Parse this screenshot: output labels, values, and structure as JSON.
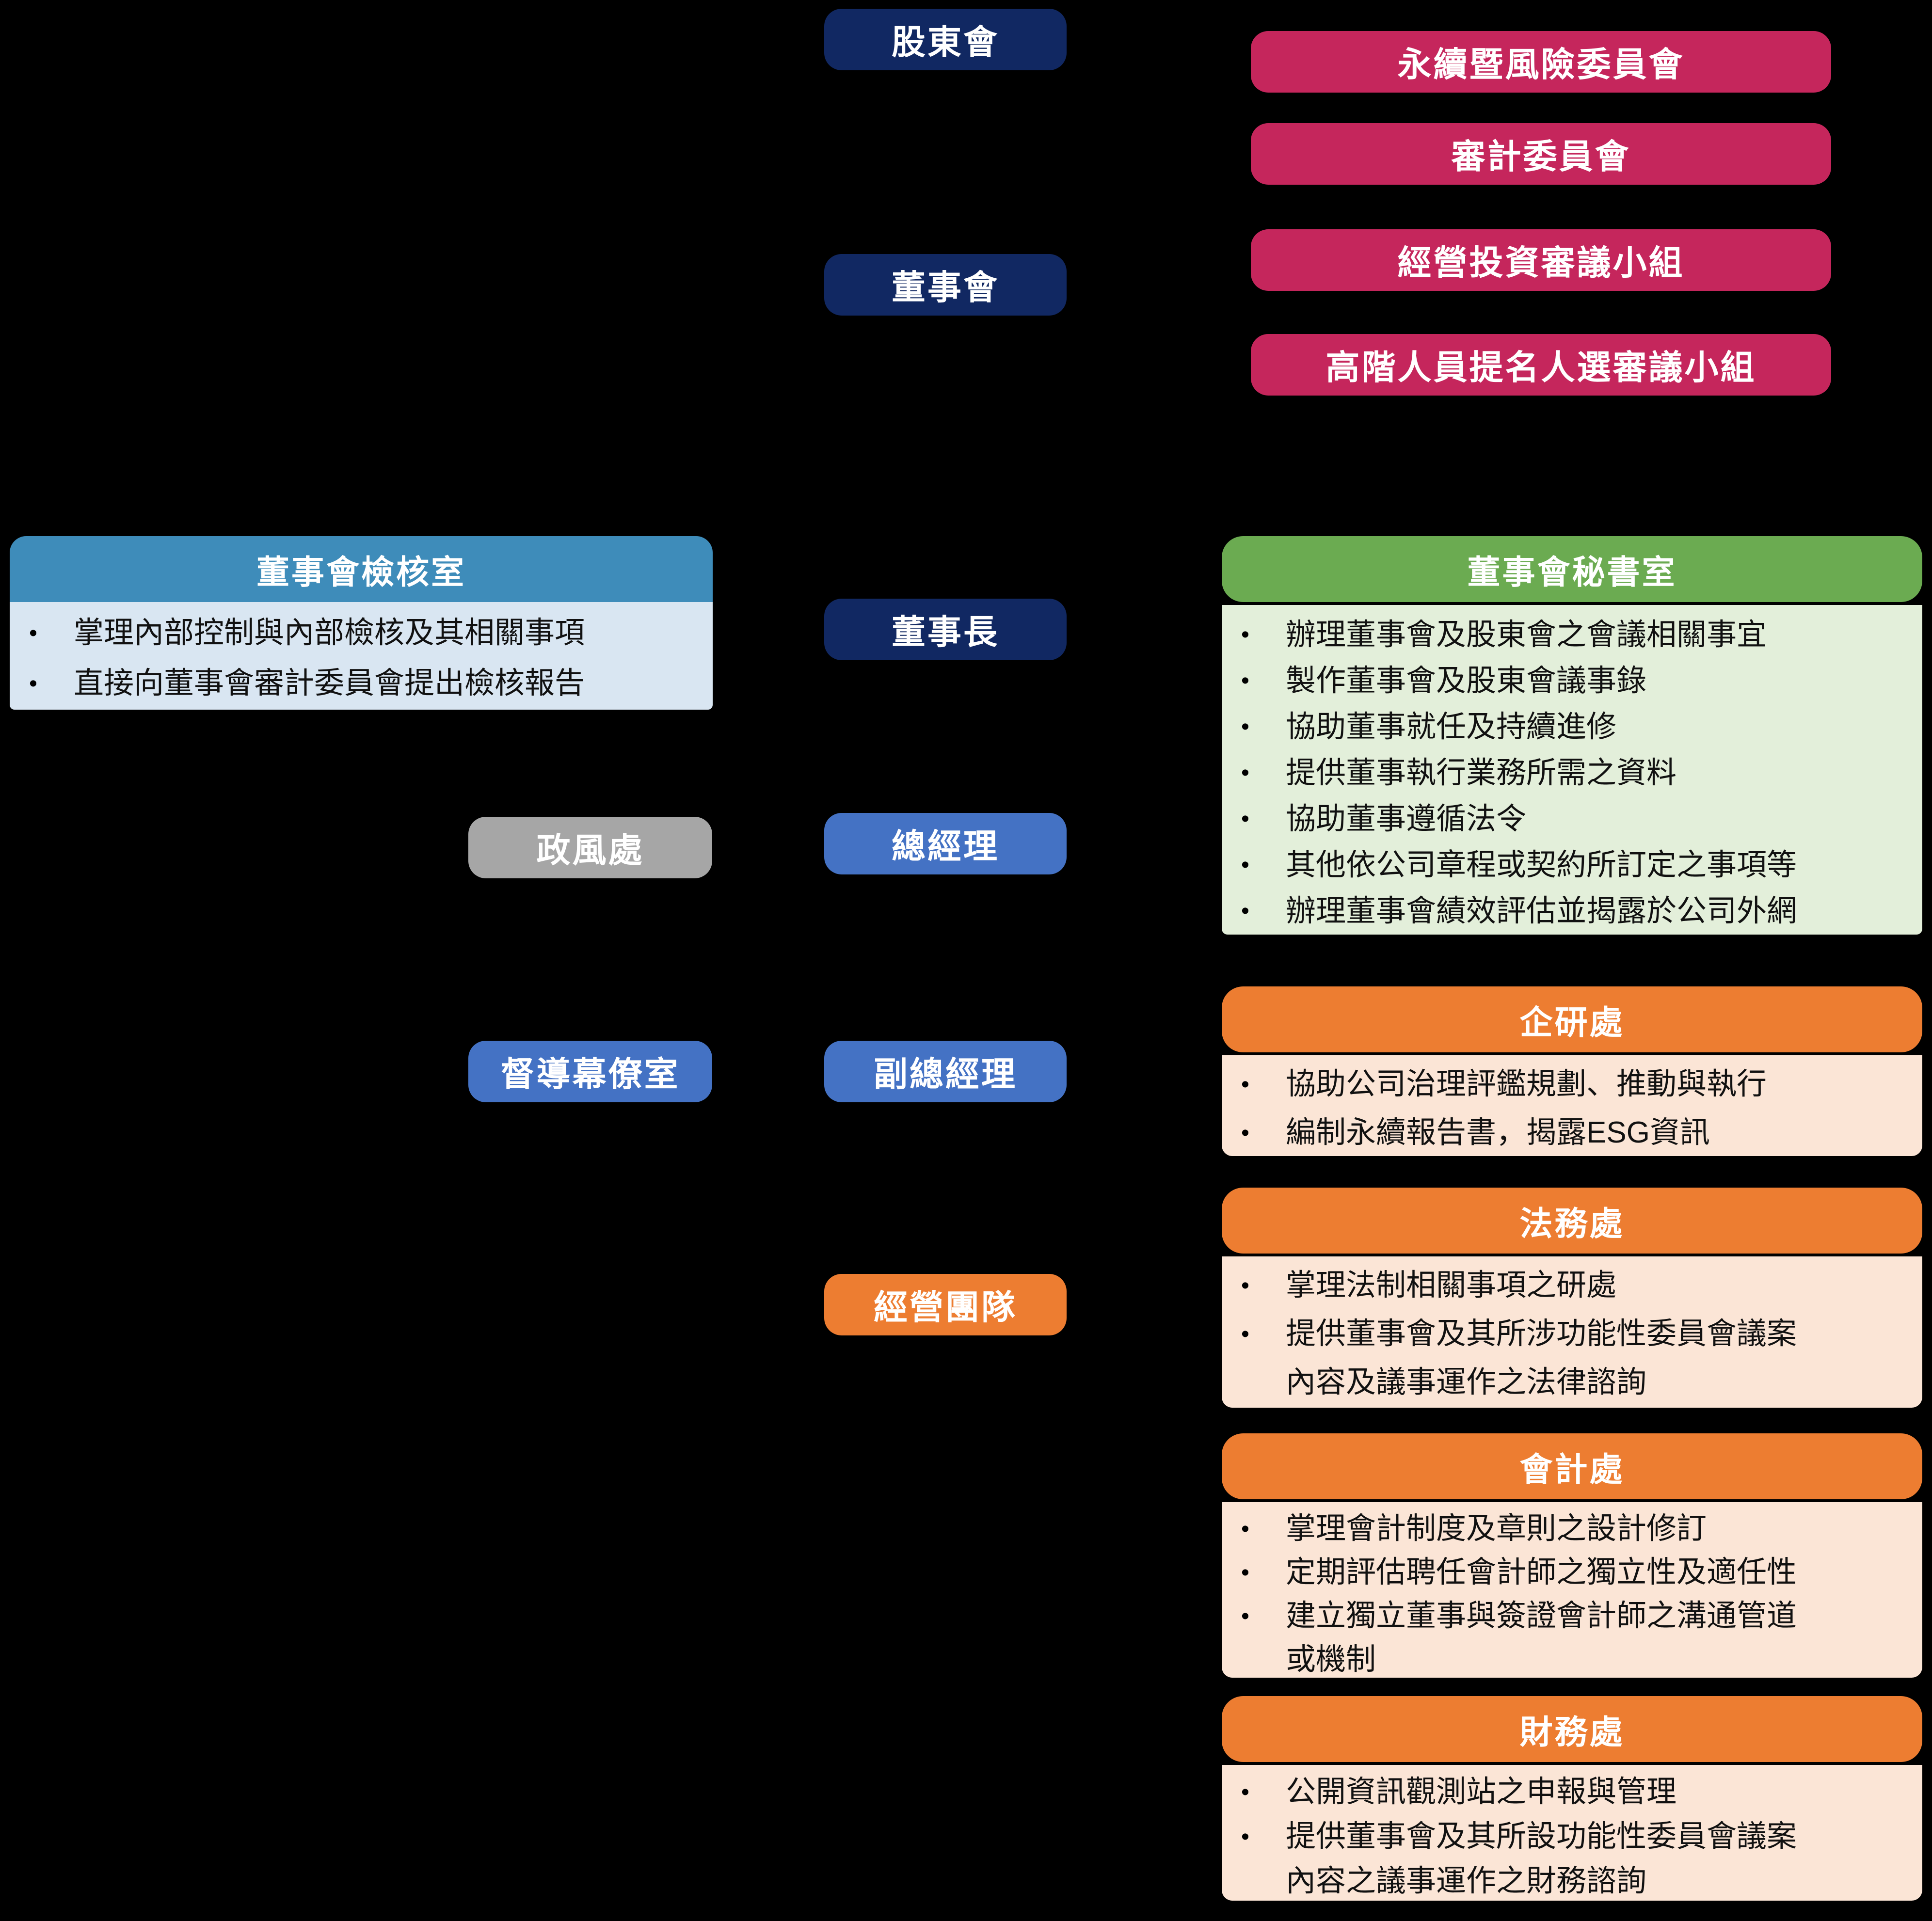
{
  "palette": {
    "navy": "#112862",
    "blue": "#4472c4",
    "gray": "#a6a6a6",
    "orange": "#ed7d31",
    "orange-light": "#fbe5d6",
    "pink": "#c5265c",
    "teal": "#3e8cba",
    "teal-light": "#d9e6f2",
    "green": "#6bab51",
    "green-light": "#e3efda",
    "bg": "#000000",
    "body-text": "#111111"
  },
  "org": {
    "shareholders": "股東會",
    "board": "董事會",
    "chairman": "董事長",
    "president": "總經理",
    "vice_president": "副總經理",
    "management_team": "經營團隊",
    "ethics_office": "政風處",
    "supervisory_staff_office": "督導幕僚室"
  },
  "committees": [
    "永續暨風險委員會",
    "審計委員會",
    "經營投資審議小組",
    "高階人員提名人選審議小組"
  ],
  "audit_office": {
    "title": "董事會檢核室",
    "bullets": [
      "掌理內部控制與內部檢核及其相關事項",
      "直接向董事會審計委員會提出檢核報告"
    ]
  },
  "secretariat": {
    "title": "董事會秘書室",
    "bullets": [
      "辦理董事會及股東會之會議相關事宜",
      "製作董事會及股東會議事錄",
      "協助董事就任及持續進修",
      "提供董事執行業務所需之資料",
      "協助董事遵循法令",
      "其他依公司章程或契約所訂定之事項等",
      "辦理董事會績效評估並揭露於公司外網"
    ]
  },
  "departments": [
    {
      "title": "企研處",
      "bullets": [
        "協助公司治理評鑑規劃、推動與執行",
        "編制永續報告書，揭露ESG資訊"
      ]
    },
    {
      "title": "法務處",
      "bullets": [
        "掌理法制相關事項之研處",
        "提供董事會及其所涉功能性委員會議案內容及議事運作之法律諮詢"
      ]
    },
    {
      "title": "會計處",
      "bullets": [
        "掌理會計制度及章則之設計修訂",
        "定期評估聘任會計師之獨立性及適任性",
        "建立獨立董事與簽證會計師之溝通管道或機制"
      ]
    },
    {
      "title": "財務處",
      "bullets": [
        "公開資訊觀測站之申報與管理",
        "提供董事會及其所設功能性委員會議案內容之議事運作之財務諮詢"
      ]
    }
  ]
}
